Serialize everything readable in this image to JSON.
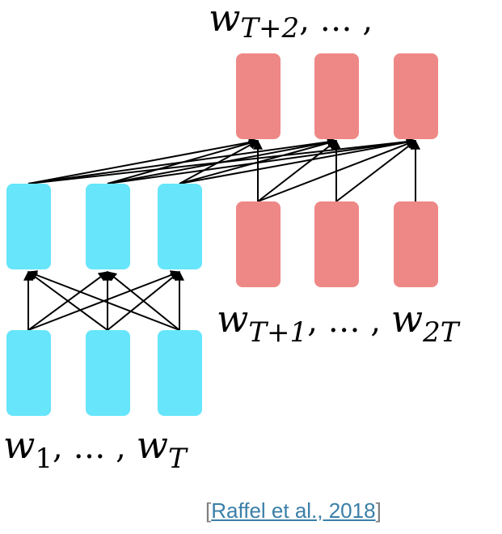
{
  "labels": {
    "decoder_top": {
      "var": "w",
      "sub": "T+2",
      "tail": ", … ,"
    },
    "decoder_input": {
      "var1": "w",
      "sub1": "T+1",
      "mid": ", … , ",
      "var2": "w",
      "sub2": "2T"
    },
    "encoder_input": {
      "var1": "w",
      "sub1": "1",
      "mid": ", … , ",
      "var2": "w",
      "sub2": "T"
    }
  },
  "citation": {
    "open": "[",
    "text": "Raffel et al., 2018",
    "close": "]"
  },
  "colors": {
    "encoder": "#66e5fb",
    "decoder": "#ee8886",
    "arrow": "#000000"
  }
}
